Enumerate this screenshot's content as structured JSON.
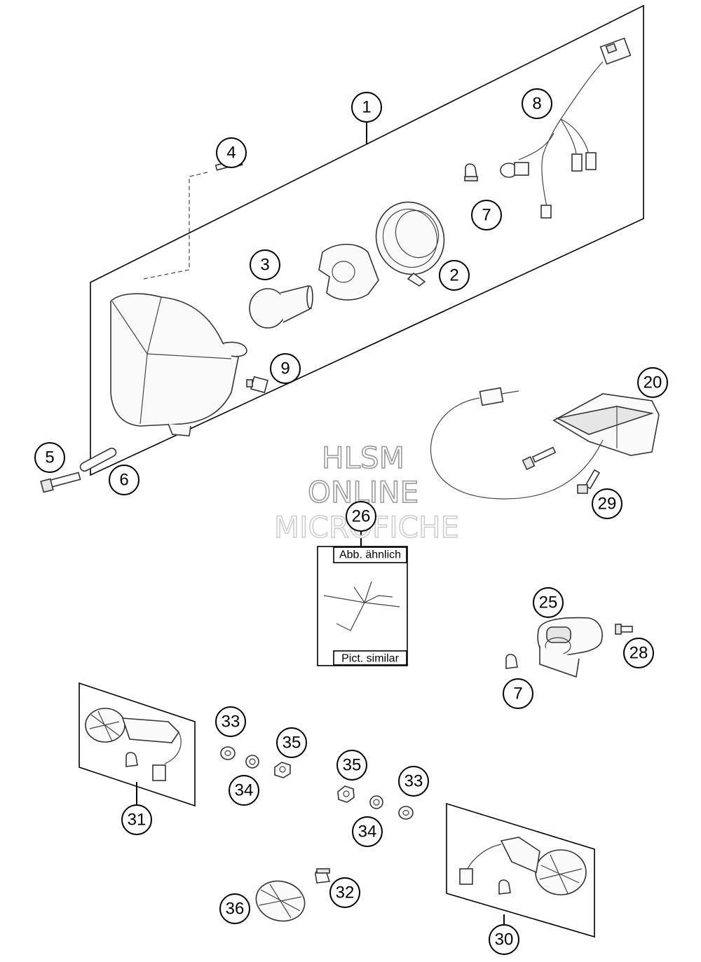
{
  "watermark": {
    "line1": "HLSM",
    "line2": "ONLINE",
    "line3": "MICROFICHE"
  },
  "inset_box": {
    "top_label": "Abb. ähnlich",
    "bottom_label": "Pict. similar"
  },
  "callouts": [
    {
      "id": "c1",
      "label": "1"
    },
    {
      "id": "c2",
      "label": "2"
    },
    {
      "id": "c3",
      "label": "3"
    },
    {
      "id": "c4",
      "label": "4"
    },
    {
      "id": "c5",
      "label": "5"
    },
    {
      "id": "c6",
      "label": "6"
    },
    {
      "id": "c7a",
      "label": "7"
    },
    {
      "id": "c7b",
      "label": "7"
    },
    {
      "id": "c8",
      "label": "8"
    },
    {
      "id": "c9",
      "label": "9"
    },
    {
      "id": "c20",
      "label": "20"
    },
    {
      "id": "c25",
      "label": "25"
    },
    {
      "id": "c26",
      "label": "26"
    },
    {
      "id": "c28",
      "label": "28"
    },
    {
      "id": "c29",
      "label": "29"
    },
    {
      "id": "c30",
      "label": "30"
    },
    {
      "id": "c31",
      "label": "31"
    },
    {
      "id": "c32",
      "label": "32"
    },
    {
      "id": "c33a",
      "label": "33"
    },
    {
      "id": "c33b",
      "label": "33"
    },
    {
      "id": "c34a",
      "label": "34"
    },
    {
      "id": "c34b",
      "label": "34"
    },
    {
      "id": "c35a",
      "label": "35"
    },
    {
      "id": "c35b",
      "label": "35"
    },
    {
      "id": "c36",
      "label": "36"
    }
  ]
}
